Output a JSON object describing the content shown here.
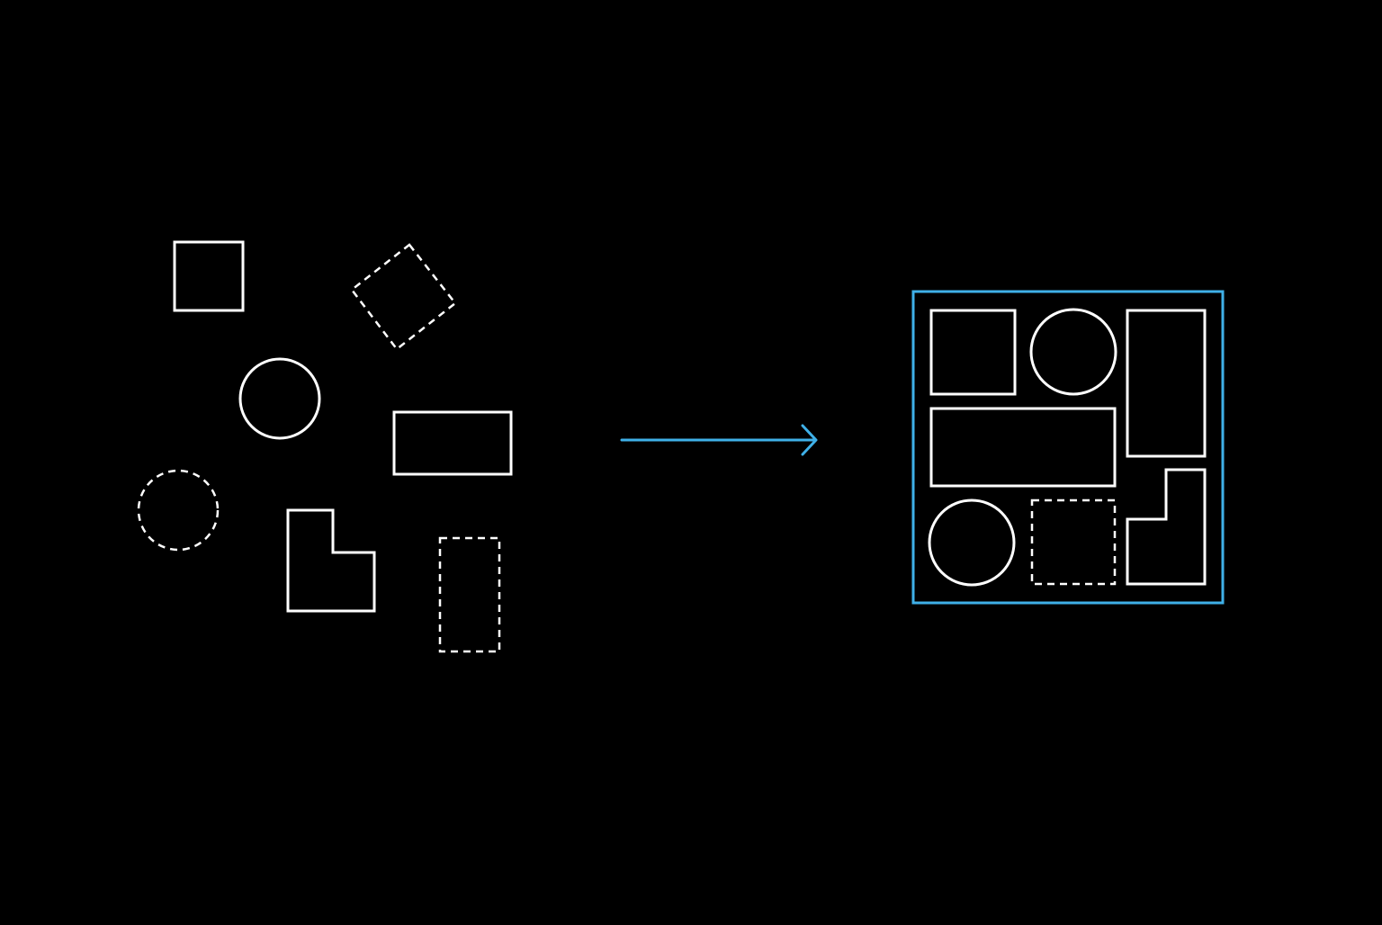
{
  "colors": {
    "background": "#000000",
    "outline": "#ffffff",
    "accent": "#3fb0e8"
  },
  "scattered_shapes": [
    {
      "name": "square",
      "line": "solid"
    },
    {
      "name": "rotated-square",
      "line": "dashed"
    },
    {
      "name": "circle",
      "line": "solid"
    },
    {
      "name": "rectangle",
      "line": "solid"
    },
    {
      "name": "circle",
      "line": "dashed"
    },
    {
      "name": "l-shape",
      "line": "solid"
    },
    {
      "name": "tall-rectangle",
      "line": "dashed"
    }
  ],
  "arrow": {
    "direction": "right"
  },
  "packed_container": {
    "border": "accent",
    "shapes": [
      {
        "name": "square",
        "line": "solid"
      },
      {
        "name": "circle",
        "line": "solid"
      },
      {
        "name": "tall-rectangle",
        "line": "solid"
      },
      {
        "name": "wide-rectangle",
        "line": "solid"
      },
      {
        "name": "circle",
        "line": "solid"
      },
      {
        "name": "square",
        "line": "dashed"
      },
      {
        "name": "l-shape",
        "line": "solid"
      }
    ]
  }
}
